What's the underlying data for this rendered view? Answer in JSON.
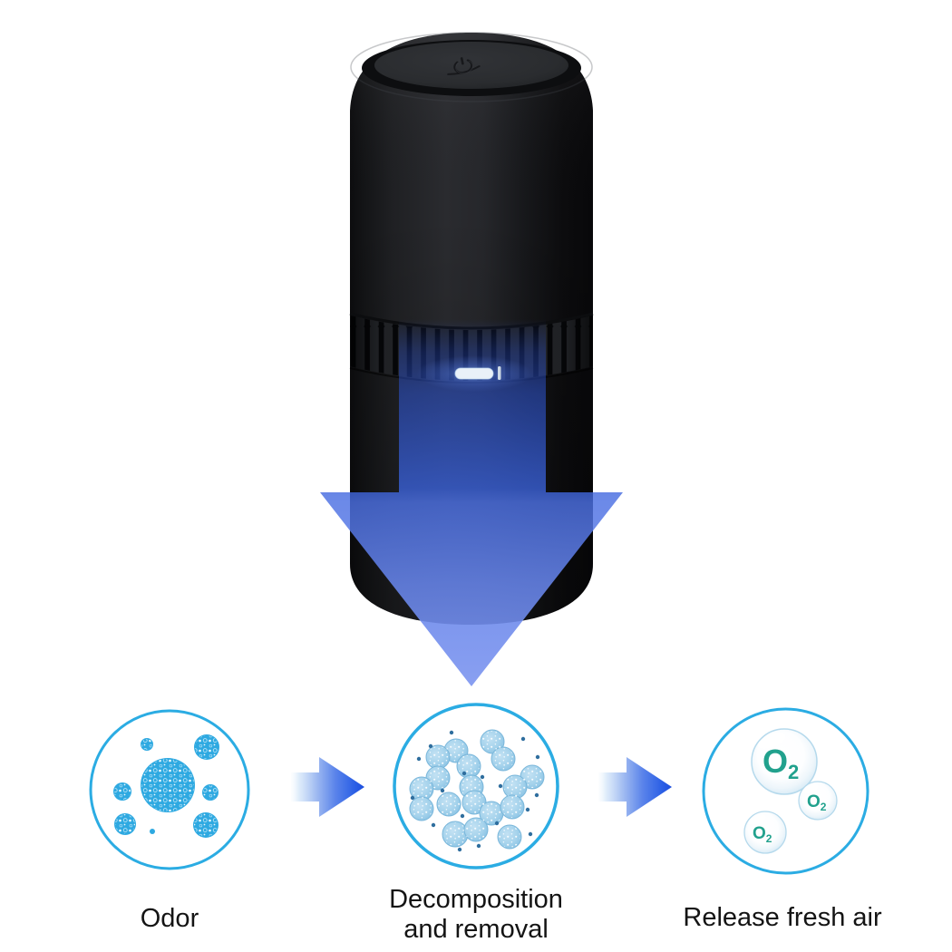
{
  "scene": {
    "background": "#ffffff"
  },
  "device": {
    "body_dark": "#0b0b0d",
    "body_light": "#2a2b2f",
    "vent_slat": "#212327",
    "indicator_light": "#e9f1f8"
  },
  "arrows": {
    "big_arrow_top": "#2b50ce",
    "big_arrow_tip": "#8098f0",
    "small_arrow_from": "#dcebfa",
    "small_arrow_to": "#1c4ede"
  },
  "flow": {
    "circle_stroke": "#2bace3",
    "label_color": "#141414",
    "particle_color": "#2ea9e1",
    "bubble_color": "#96cbe9",
    "dot_color": "#2f6e9e",
    "o2_color": "#21a18d",
    "steps": [
      {
        "id": "odor",
        "label": "Odor"
      },
      {
        "id": "decomposition",
        "line1": "Decomposition",
        "line2": "and removal"
      },
      {
        "id": "fresh-air",
        "label": "Release fresh air"
      }
    ],
    "o2": {
      "symbol": "O",
      "subscript": "2"
    }
  }
}
